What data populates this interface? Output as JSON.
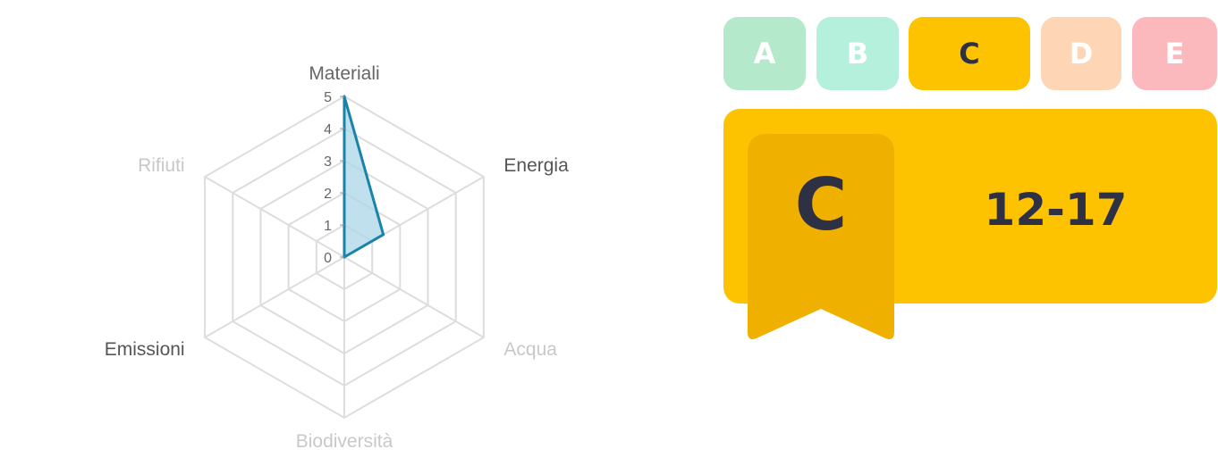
{
  "chart_data": {
    "type": "radar",
    "axes": [
      "Materiali",
      "Energia",
      "Acqua",
      "Biodiversità",
      "Emissioni",
      "Rifiuti"
    ],
    "axis_label_colors": [
      "#666666",
      "#555555",
      "#c8c8c8",
      "#c8c8c8",
      "#555555",
      "#c8c8c8"
    ],
    "values": [
      5,
      1.4,
      0,
      0,
      0,
      0
    ],
    "rmin": 0,
    "rmax": 5,
    "ticks": [
      "0",
      "1",
      "2",
      "3",
      "4",
      "5"
    ],
    "line_color": "#1a83a8",
    "fill_color": "#a9d6e6",
    "grid_color": "#dddddd"
  },
  "rating": {
    "grades": [
      {
        "label": "A",
        "bg": "#b4e9cc",
        "fg": "#ffffff",
        "selected": false
      },
      {
        "label": "B",
        "bg": "#b4f0db",
        "fg": "#ffffff",
        "selected": false
      },
      {
        "label": "C",
        "bg": "#fdc301",
        "fg": "#2e3144",
        "selected": true
      },
      {
        "label": "D",
        "bg": "#fed6b5",
        "fg": "#ffffff",
        "selected": false
      },
      {
        "label": "E",
        "bg": "#fbb9bd",
        "fg": "#ffffff",
        "selected": false
      }
    ],
    "current_grade": "C",
    "range": "12-17",
    "card_color": "#fdc301",
    "ribbon_color": "#f0b000",
    "text_color": "#2e3144"
  }
}
